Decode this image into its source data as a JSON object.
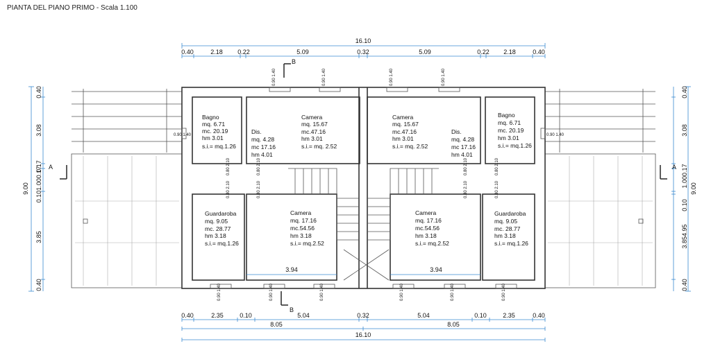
{
  "title": "PIANTA DEL PIANO PRIMO  - Scala 1.100",
  "top_dims": {
    "total": "16.10",
    "segments": [
      "0.40",
      "2.18",
      "0.22",
      "5.09",
      "0.32",
      "5.09",
      "0.22",
      "2.18",
      "0.40"
    ]
  },
  "bottom_dims": {
    "segments": [
      "0.40",
      "2.35",
      "0.10",
      "5.04",
      "0.32",
      "5.04",
      "0.10",
      "2.35",
      "0.40"
    ],
    "half_left": "8.05",
    "half_right": "8.05",
    "total": "16.10"
  },
  "left_dims": {
    "total": "9.00",
    "segments": [
      "0.40",
      "3.08",
      "0.17",
      "0.10",
      "1.00",
      "3.85",
      "0.40"
    ],
    "stack_label": "0.101.000.17"
  },
  "right_dims": {
    "total": "9.00",
    "segments": [
      "0.40",
      "3.08",
      "0.17",
      "1.00",
      "0.10",
      "3.854.95",
      "0.40"
    ],
    "stack_label": "1.000.17"
  },
  "section_labels": {
    "a_left": "A",
    "a_right": "A",
    "b_top": "B",
    "b_bottom": "B"
  },
  "openings": {
    "window_top": "0.90\n1.40",
    "door": "0.80\n2.10",
    "side_window": "0.90\n1.40"
  },
  "rooms": {
    "bagno_left": {
      "name": "Bagno",
      "l1": "mq. 6.71",
      "l2": "mc. 20.19",
      "l3": "hm 3.01",
      "l4": "s.i.= mq.1.26"
    },
    "camera_tl": {
      "name": "Camera",
      "l1": "mq. 15.67",
      "l2": "mc.47.16",
      "l3": "hm 3.01",
      "l4": "s.i.= mq. 2.52"
    },
    "dis_left": {
      "name": "Dis.",
      "l1": "mq. 4.28",
      "l2": "mc 17.16",
      "l3": "hm 4.01"
    },
    "camera_tr": {
      "name": "Camera",
      "l1": "mq. 15.67",
      "l2": "mc.47.16",
      "l3": "hm 3.01",
      "l4": "s.i.= mq. 2.52"
    },
    "dis_right": {
      "name": "Dis.",
      "l1": "mq. 4.28",
      "l2": "mc 17.16",
      "l3": "hm 4.01"
    },
    "bagno_right": {
      "name": "Bagno",
      "l1": "mq. 6.71",
      "l2": "mc. 20.19",
      "l3": "hm 3.01",
      "l4": "s.i.= mq.1.26"
    },
    "guardaroba_left": {
      "name": "Guardaroba",
      "l1": "mq. 9.05",
      "l2": "mc. 28.77",
      "l3": "hm 3.18",
      "l4": "s.i.= mq.1.26"
    },
    "camera_bl": {
      "name": "Camera",
      "l1": "mq. 17.16",
      "l2": "mc.54.56",
      "l3": "hm 3.18",
      "l4": "s.i.= mq.2.52"
    },
    "camera_br": {
      "name": "Camera",
      "l1": "mq. 17.16",
      "l2": "mc.54.56",
      "l3": "hm 3.18",
      "l4": "s.i.= mq.2.52"
    },
    "guardaroba_right": {
      "name": "Guardaroba",
      "l1": "mq. 9.05",
      "l2": "mc. 28.77",
      "l3": "hm 3.18",
      "l4": "s.i.= mq.1.26"
    }
  },
  "inner_dims": {
    "left": "3.94",
    "right": "3.94"
  }
}
